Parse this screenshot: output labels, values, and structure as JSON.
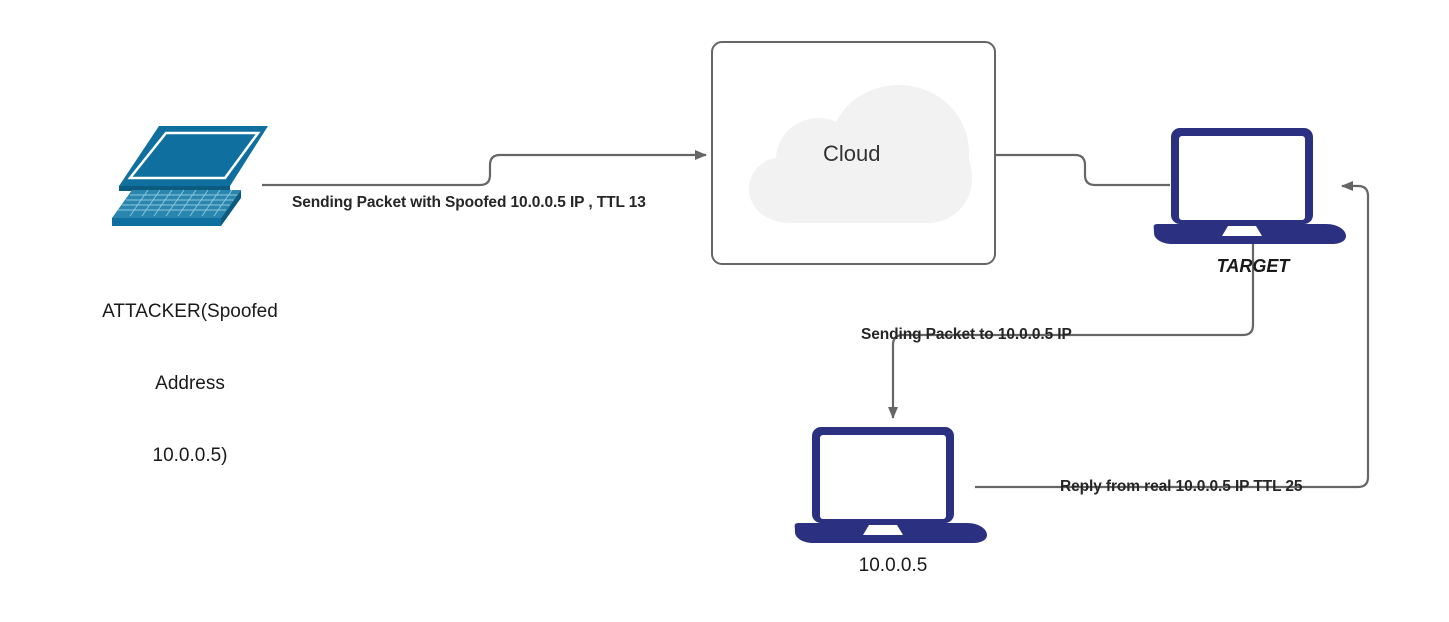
{
  "diagram": {
    "title": "IP Spoofing / TTL reflection network diagram",
    "background": "#ffffff",
    "colors": {
      "attacker_laptop": "#0f6f9e",
      "attacker_laptop_dark": "#0b5a80",
      "target_laptop": "#2b3180",
      "wire": "#666666",
      "cloud_fill": "#f2f2f2",
      "cloud_border": "#666666",
      "label_text": "#262626"
    }
  },
  "nodes": {
    "attacker": {
      "icon": "laptop-isometric-icon",
      "label_line1": "ATTACKER(Spoofed",
      "label_line2": "Address",
      "label_line3": "10.0.0.5)"
    },
    "cloud": {
      "icon": "cloud-icon",
      "label": "Cloud"
    },
    "target": {
      "icon": "laptop-front-icon",
      "label": "TARGET"
    },
    "victim": {
      "icon": "laptop-front-icon",
      "label": "10.0.0.5"
    }
  },
  "edges": {
    "attacker_to_cloud": {
      "label": "Sending Packet with Spoofed 10.0.0.5 IP , TTL 13",
      "arrow": "end"
    },
    "cloud_to_target": {
      "label": "",
      "arrow": "none"
    },
    "target_to_victim": {
      "label": "Sending Packet to 10.0.0.5 IP",
      "arrow": "end"
    },
    "victim_to_target": {
      "label": "Reply from real 10.0.0.5 IP TTL 25",
      "arrow": "end"
    }
  }
}
